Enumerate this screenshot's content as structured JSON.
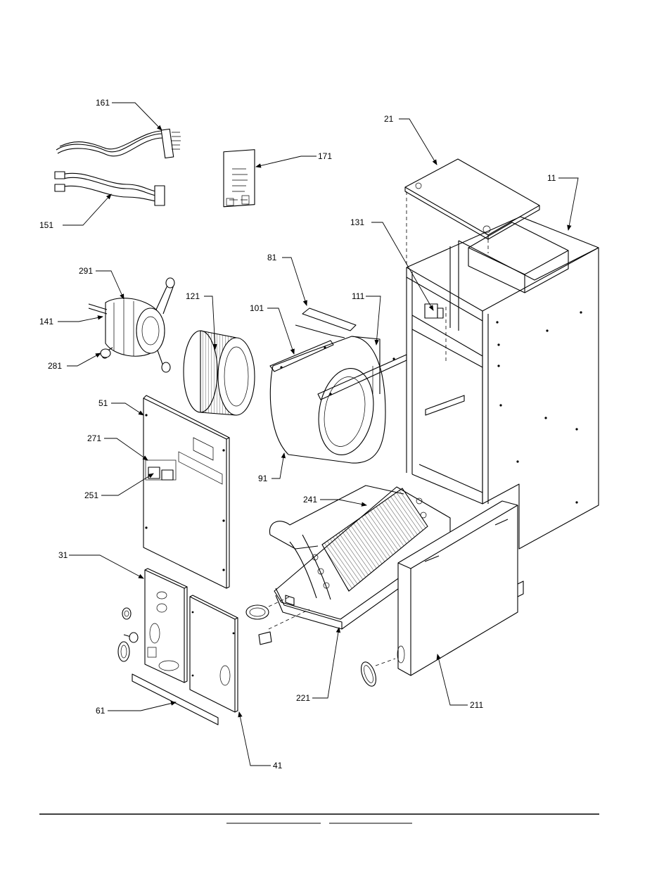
{
  "callouts": {
    "c161": "161",
    "c151": "151",
    "c171": "171",
    "c21": "21",
    "c11": "11",
    "c131": "131",
    "c291": "291",
    "c141": "141",
    "c281": "281",
    "c121": "121",
    "c81": "81",
    "c101": "101",
    "c111": "111",
    "c51": "51",
    "c271": "271",
    "c251": "251",
    "c91": "91",
    "c241": "241",
    "c31": "31",
    "c61": "61",
    "c41": "41",
    "c221": "221",
    "c211": "211"
  },
  "icons": {
    "arrowheads": "arrow-icon"
  }
}
